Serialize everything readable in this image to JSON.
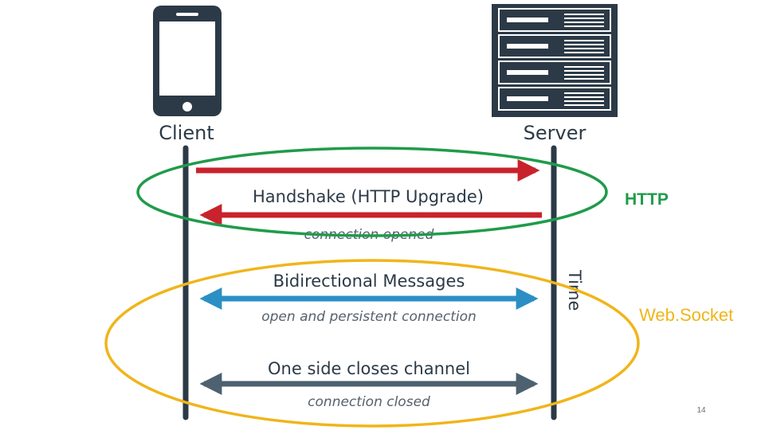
{
  "actors": {
    "client": "Client",
    "server": "Server"
  },
  "axis": {
    "time": "Time"
  },
  "messages": {
    "handshake": "Handshake (HTTP Upgrade)",
    "connection_opened": "connection opened",
    "bidirectional": "Bidirectional Messages",
    "persistent": "open and persistent connection",
    "closes": "One side closes channel",
    "connection_closed": "connection closed"
  },
  "groups": {
    "http": "HTTP",
    "websocket": "Web.Socket"
  },
  "slide": {
    "page_number": "14"
  },
  "colors": {
    "dark": "#2c3a47",
    "red": "#c8232c",
    "blue": "#2b8fc4",
    "slate": "#4d6170",
    "green": "#1f9b4a",
    "yellow": "#f0b51b"
  },
  "icons": {
    "client": "smartphone-icon",
    "server": "server-rack-icon"
  }
}
